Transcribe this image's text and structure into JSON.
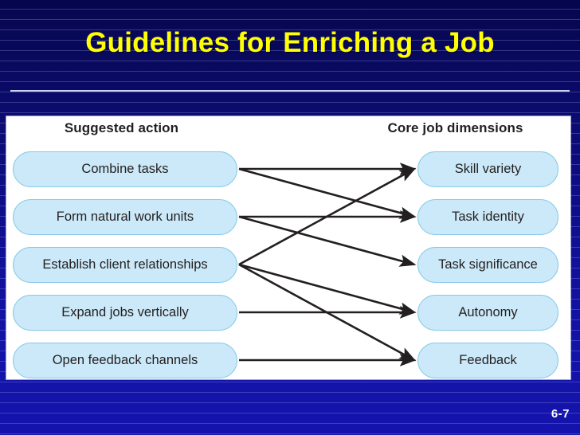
{
  "slide": {
    "title": "Guidelines for Enriching a Job",
    "page_number": "6-7",
    "title_color": "#ffff00",
    "background_color": "#11119c",
    "panel_background": "#ffffff",
    "node_fill": "#cbe9f8",
    "node_border": "#86c9e8",
    "edge_color": "#231f20"
  },
  "diagram": {
    "type": "flow",
    "left_column_header": "Suggested action",
    "right_column_header": "Core job dimensions",
    "suggested_actions": [
      {
        "id": "combine",
        "label": "Combine tasks"
      },
      {
        "id": "natural",
        "label": "Form natural work units"
      },
      {
        "id": "client",
        "label": "Establish client relationships"
      },
      {
        "id": "vertical",
        "label": "Expand jobs vertically"
      },
      {
        "id": "feedback_ch",
        "label": "Open feedback channels"
      }
    ],
    "core_job_dimensions": [
      {
        "id": "skill",
        "label": "Skill variety"
      },
      {
        "id": "identity",
        "label": "Task identity"
      },
      {
        "id": "significance",
        "label": "Task significance"
      },
      {
        "id": "autonomy",
        "label": "Autonomy"
      },
      {
        "id": "feedback",
        "label": "Feedback"
      }
    ],
    "connections": [
      {
        "from": "combine",
        "to": "skill"
      },
      {
        "from": "combine",
        "to": "identity"
      },
      {
        "from": "natural",
        "to": "identity"
      },
      {
        "from": "natural",
        "to": "significance"
      },
      {
        "from": "client",
        "to": "skill"
      },
      {
        "from": "client",
        "to": "autonomy"
      },
      {
        "from": "client",
        "to": "feedback"
      },
      {
        "from": "vertical",
        "to": "autonomy"
      },
      {
        "from": "feedback_ch",
        "to": "feedback"
      }
    ]
  }
}
